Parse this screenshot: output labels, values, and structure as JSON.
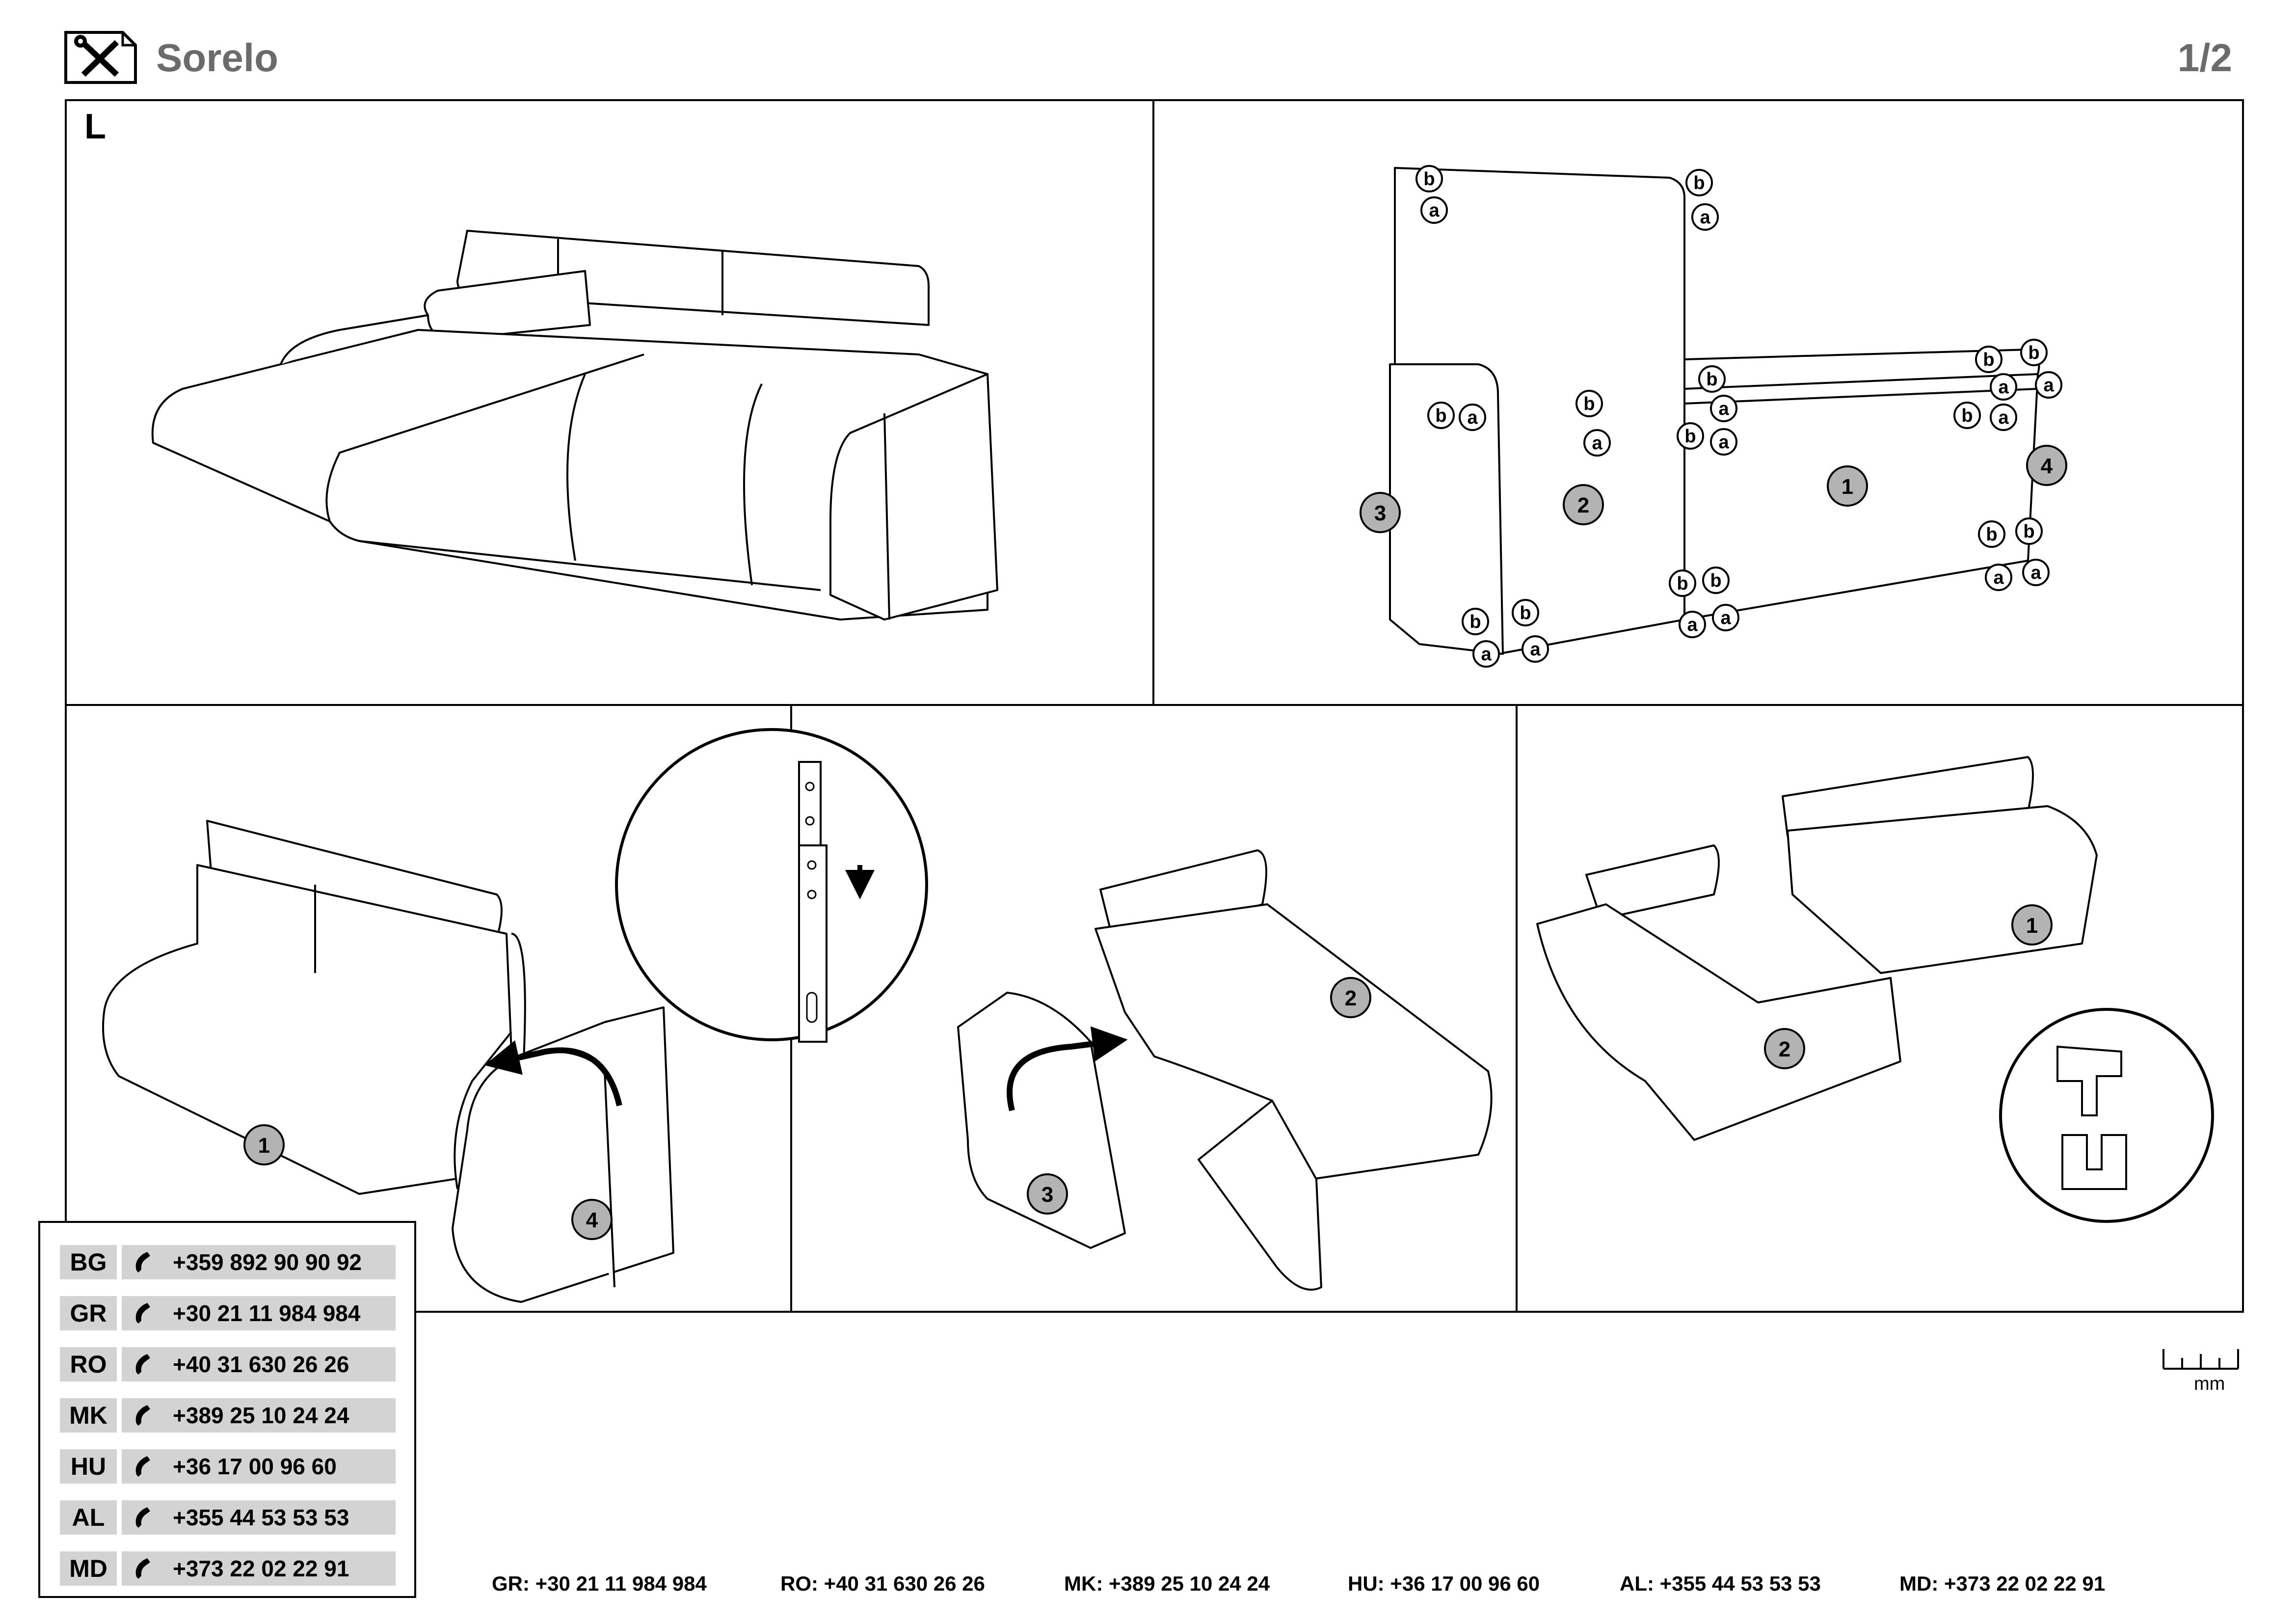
{
  "header": {
    "title": "Sorelo",
    "page_number": "1/2",
    "icon": "tools-icon"
  },
  "variant_label": "L",
  "ruler": {
    "unit": "mm"
  },
  "labels": {
    "b": "b",
    "a": "a",
    "part_1": "1",
    "part_2": "2",
    "part_3": "3",
    "part_4": "4"
  },
  "phones": [
    {
      "code": "BG",
      "number": "+359 892 90 90 92"
    },
    {
      "code": "GR",
      "number": "+30 21 11 984 984"
    },
    {
      "code": "RO",
      "number": "+40 31 630 26 26"
    },
    {
      "code": "MK",
      "number": "+389 25 10 24 24"
    },
    {
      "code": "HU",
      "number": "+36 17 00 96 60"
    },
    {
      "code": "AL",
      "number": "+355 44 53 53 53"
    },
    {
      "code": "MD",
      "number": "+373 22 02 22 91"
    }
  ],
  "footer": [
    {
      "code": "GR:",
      "number": "+30 21 11 984 984"
    },
    {
      "code": "RO:",
      "number": "+40 31 630 26 26"
    },
    {
      "code": "MK:",
      "number": "+389 25 10 24 24"
    },
    {
      "code": "HU:",
      "number": "+36 17 00 96 60"
    },
    {
      "code": "AL:",
      "number": "+355 44 53 53 53"
    },
    {
      "code": "MD:",
      "number": "+373 22 02 22 91"
    }
  ],
  "footer_fragment": "2"
}
